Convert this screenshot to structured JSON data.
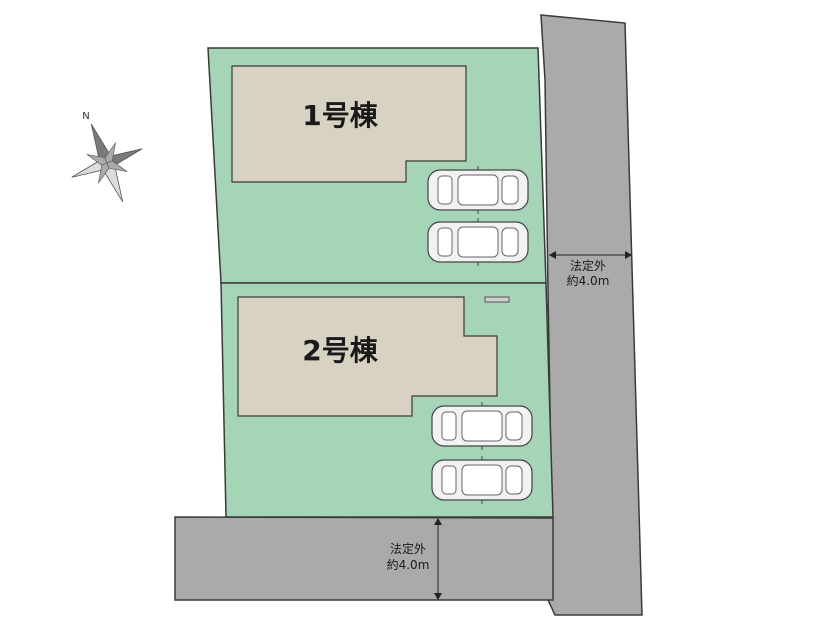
{
  "colors": {
    "lot": "#a6d4b6",
    "building": "#d8d2c2",
    "road": "#aaaaaa",
    "line": "#3a3a3a",
    "car_body": "#f2f2f2"
  },
  "compass": {
    "north_label": "N",
    "icon": "compass-rose-icon"
  },
  "buildings": [
    {
      "label": "1号棟"
    },
    {
      "label": "2号棟"
    }
  ],
  "roads": {
    "east": {
      "line1": "法定外",
      "line2": "約4.0m"
    },
    "south": {
      "line1": "法定外",
      "line2": "約4.0m"
    }
  },
  "parking": [
    {
      "lot": "1号棟",
      "spaces": 2
    },
    {
      "lot": "2号棟",
      "spaces": 2
    }
  ]
}
